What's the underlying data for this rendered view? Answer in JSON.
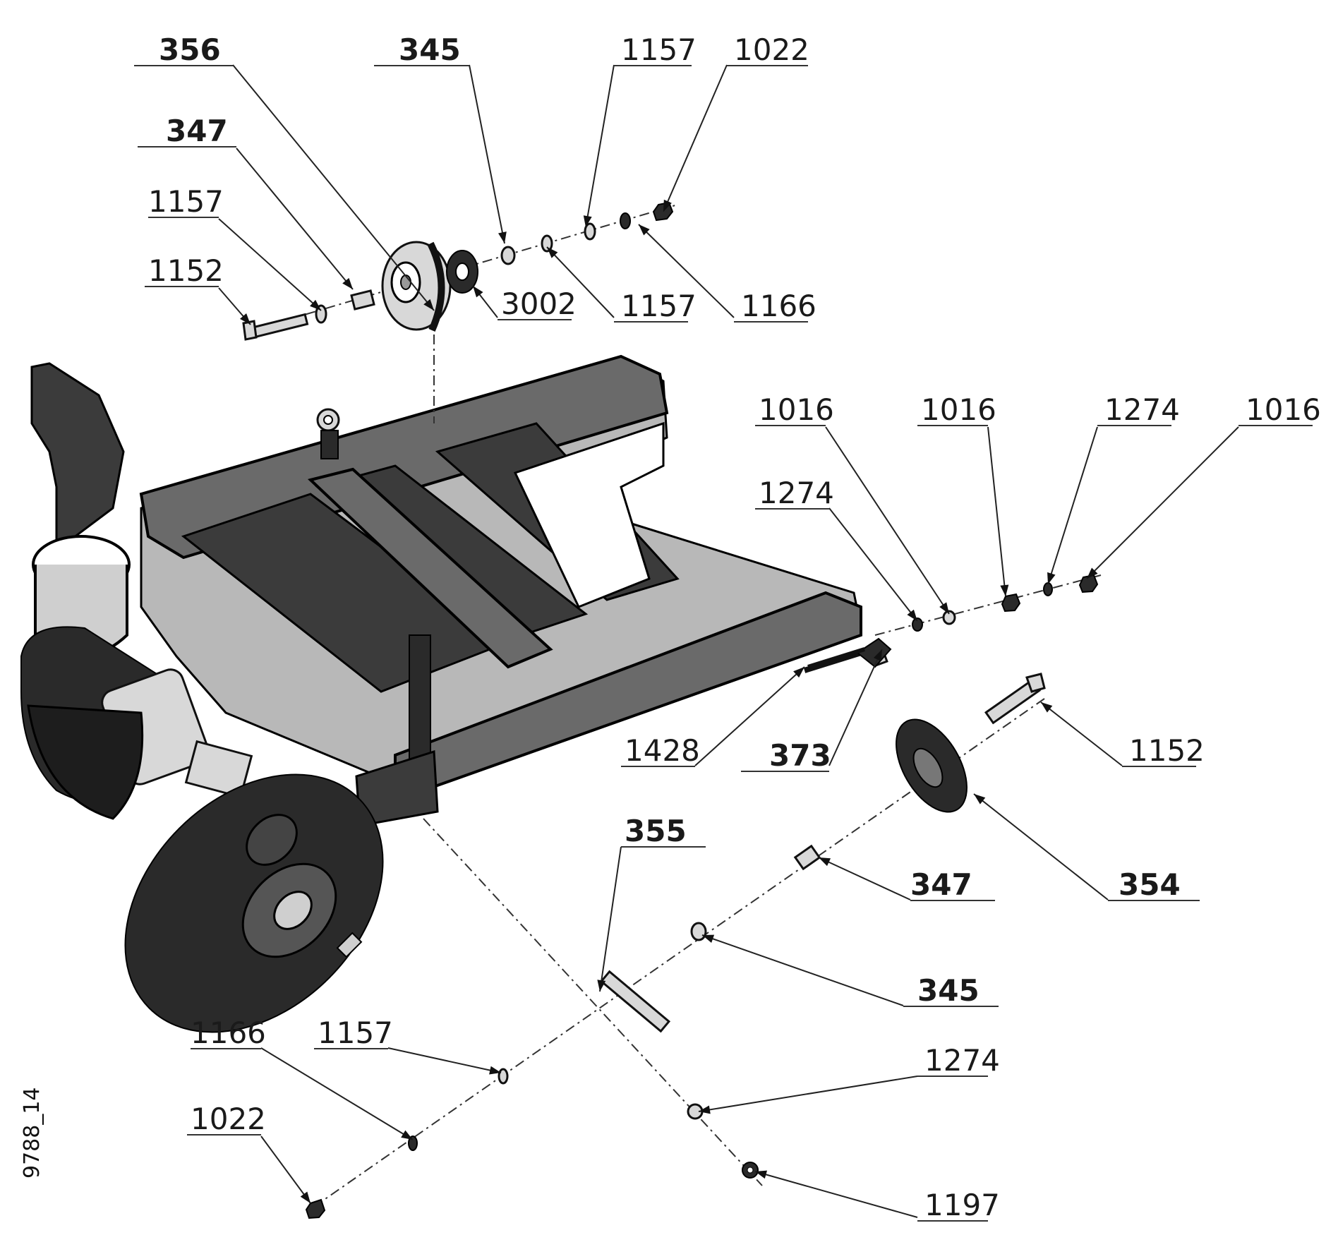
{
  "drawing_id": "9788_14",
  "callouts": [
    {
      "label": "356"
    },
    {
      "label": "345"
    },
    {
      "label": "1157"
    },
    {
      "label": "1022"
    },
    {
      "label": "347"
    },
    {
      "label": "1157"
    },
    {
      "label": "1152"
    },
    {
      "label": "3002"
    },
    {
      "label": "1157"
    },
    {
      "label": "1166"
    },
    {
      "label": "1016"
    },
    {
      "label": "1016"
    },
    {
      "label": "1274"
    },
    {
      "label": "1016"
    },
    {
      "label": "1274"
    },
    {
      "label": "1428"
    },
    {
      "label": "373"
    },
    {
      "label": "1152"
    },
    {
      "label": "355"
    },
    {
      "label": "347"
    },
    {
      "label": "354"
    },
    {
      "label": "345"
    },
    {
      "label": "1166"
    },
    {
      "label": "1157"
    },
    {
      "label": "1274"
    },
    {
      "label": "1022"
    },
    {
      "label": "1197"
    }
  ]
}
